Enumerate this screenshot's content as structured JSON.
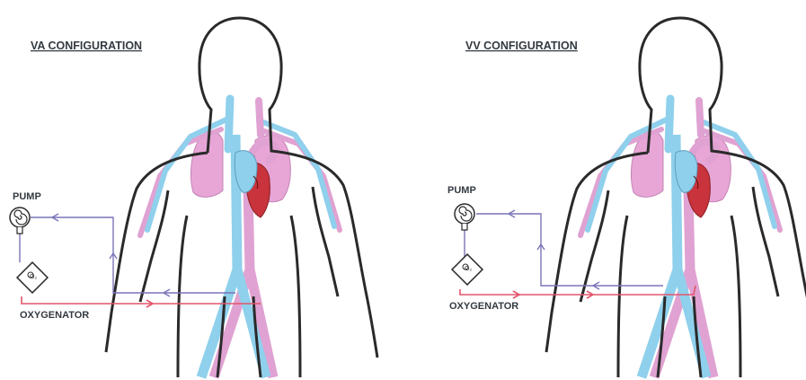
{
  "panels": [
    {
      "id": "va",
      "title": "VA CONFIGURATION",
      "pump_label": "PUMP",
      "oxygenator_label": "OXYGENATOR",
      "oxygenator_symbol": "O₂"
    },
    {
      "id": "vv",
      "title": "VV CONFIGURATION",
      "pump_label": "PUMP",
      "oxygenator_label": "OXYGENATOR",
      "oxygenator_symbol": "O₂"
    }
  ],
  "colors": {
    "outline": "#2a2a2a",
    "vein_blue": "#8fd0ec",
    "artery_pink": "#e0a2d2",
    "lung_pink": "#e7a6d6",
    "heart_red": "#c9333b",
    "venous_line": "#7a74b8",
    "arterial_line": "#e2556b"
  }
}
